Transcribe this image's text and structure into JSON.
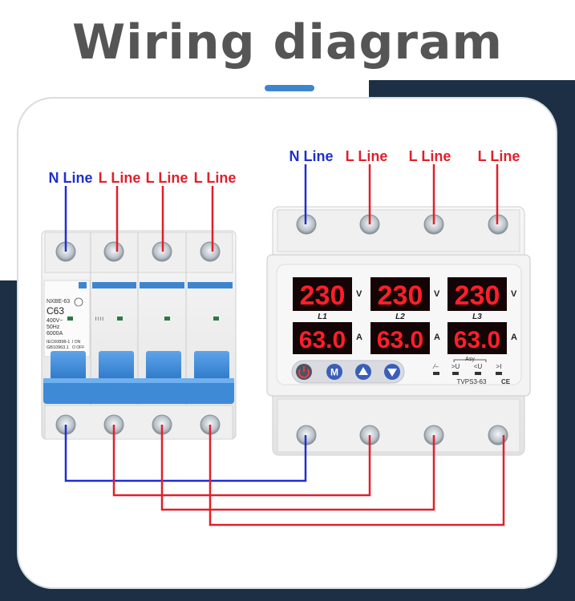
{
  "title": "Wiring diagram",
  "colors": {
    "neutral": "#1f2fd0",
    "line": "#e0202b",
    "accent": "#3d86cf",
    "navy": "#1c2f44"
  },
  "breaker": {
    "wire_labels": [
      "N Line",
      "L Line",
      "L Line",
      "L Line"
    ],
    "model": "NXBE-63",
    "rating": "C63",
    "specs": [
      "400V~",
      "50Hz",
      "6000A"
    ],
    "standards": [
      "IEC60898-1",
      "GB10963.1"
    ],
    "switch_legend": [
      "I ON",
      "O OFF"
    ]
  },
  "protector": {
    "wire_labels": [
      "N Line",
      "L Line",
      "L Line",
      "L Line"
    ],
    "voltage_displays": [
      "230",
      "230",
      "230"
    ],
    "current_displays": [
      "63.0",
      "63.0",
      "63.0"
    ],
    "voltage_unit": "V",
    "current_unit": "A",
    "phase_labels": [
      "L1",
      "L2",
      "L3"
    ],
    "buttons": [
      "power",
      "M",
      "up",
      "down"
    ],
    "indicator_group": "Asy",
    "indicators": [
      "⁄–",
      ">U",
      "<U",
      ">I"
    ],
    "model": "TVPS3-63",
    "ce": "CE"
  }
}
